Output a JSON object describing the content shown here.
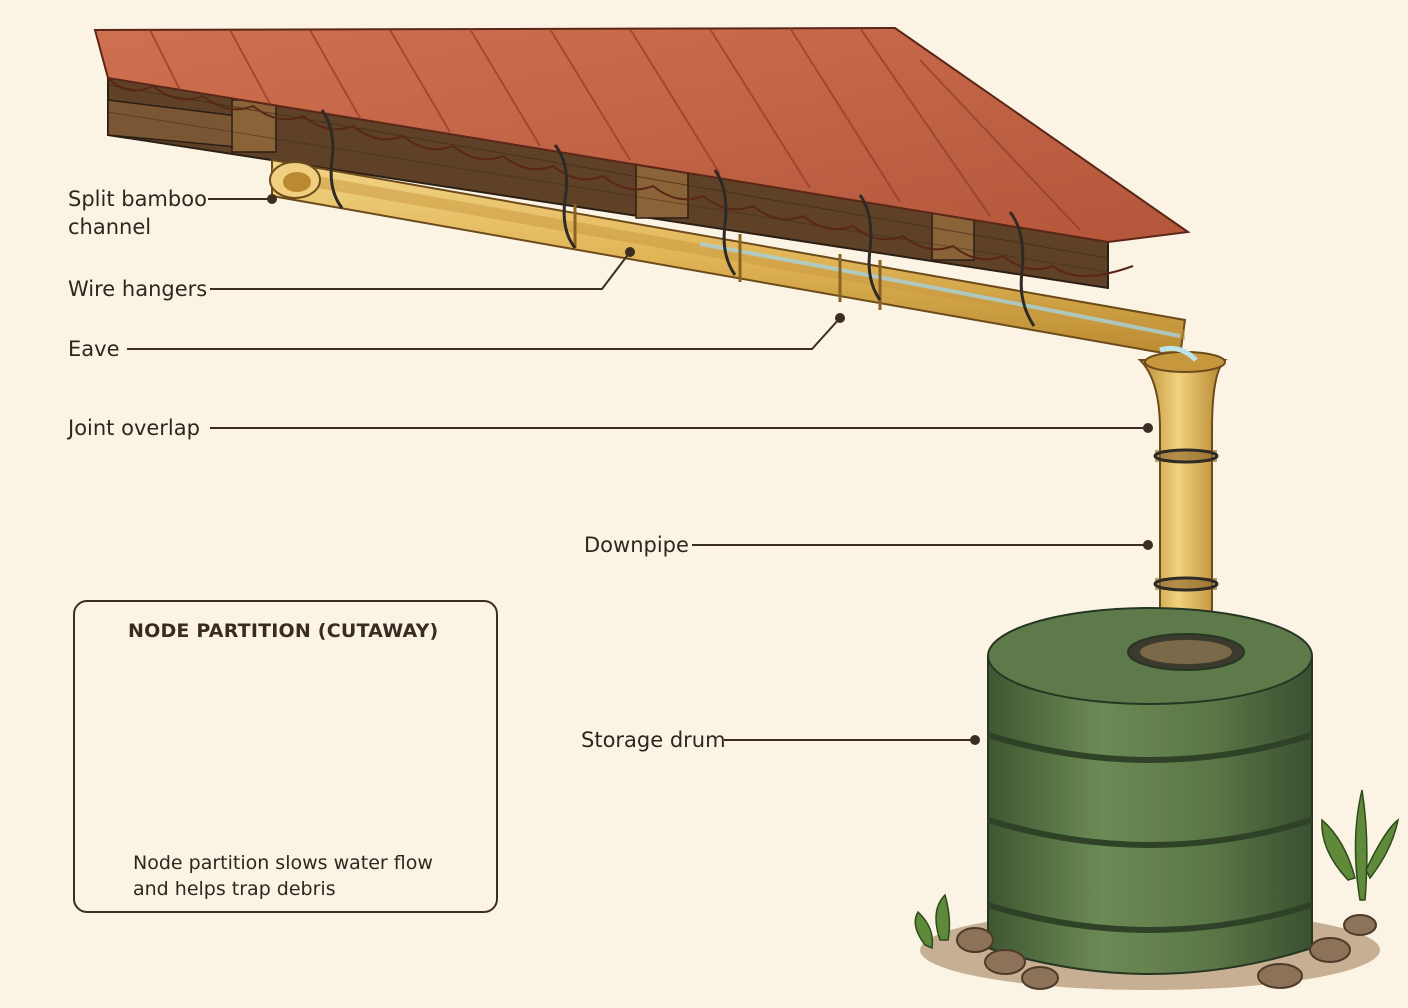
{
  "labels": {
    "split_bamboo_channel_line1": "Split bamboo",
    "split_bamboo_channel_line2": "channel",
    "wire_hangers": "Wire hangers",
    "eave": "Eave",
    "joint_overlap": "Joint overlap",
    "downpipe": "Downpipe",
    "storage_drum": "Storage drum"
  },
  "inset": {
    "title": "NODE PARTITION (CUTAWAY)",
    "caption_line1": "Node partition slows water flow",
    "caption_line2": "and helps trap debris"
  },
  "colors": {
    "background": "#fbf3e3",
    "roof": "#c4643f",
    "bamboo": "#e0b55a",
    "drum": "#5e7a4a",
    "timber": "#6b4a2c",
    "leader_line": "#3c2d24"
  }
}
